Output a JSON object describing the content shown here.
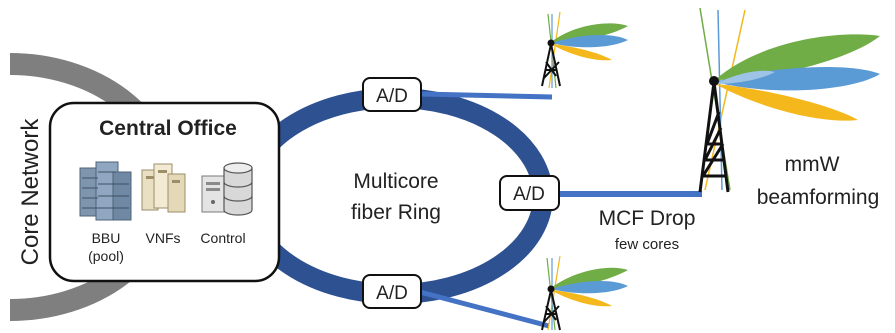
{
  "labels": {
    "core_network": "Core Network",
    "central_office": "Central Office",
    "ring_line1": "Multicore",
    "ring_line2": "fiber Ring",
    "ad_top": "A/D",
    "ad_right": "A/D",
    "ad_bottom": "A/D",
    "mcf_drop": "MCF Drop",
    "few_cores": "few cores",
    "mmw_line1": "mmW",
    "mmw_line2": "beamforming",
    "bbu_line1": "BBU",
    "bbu_line2": "(pool)",
    "vnfs": "VNFs",
    "control": "Control"
  },
  "icons": {
    "bbu": "server-rack-icon",
    "vnfs": "server-cluster-icon",
    "control": "computer-database-icon",
    "tower": "antenna-tower-icon"
  },
  "colors": {
    "ring": "#2E5192",
    "drop": "#4472C4",
    "core_arc": "#7F7F7F",
    "beam_green": "#70AD47",
    "beam_blue": "#5B9BD5",
    "beam_yellow": "#F4B81C"
  }
}
